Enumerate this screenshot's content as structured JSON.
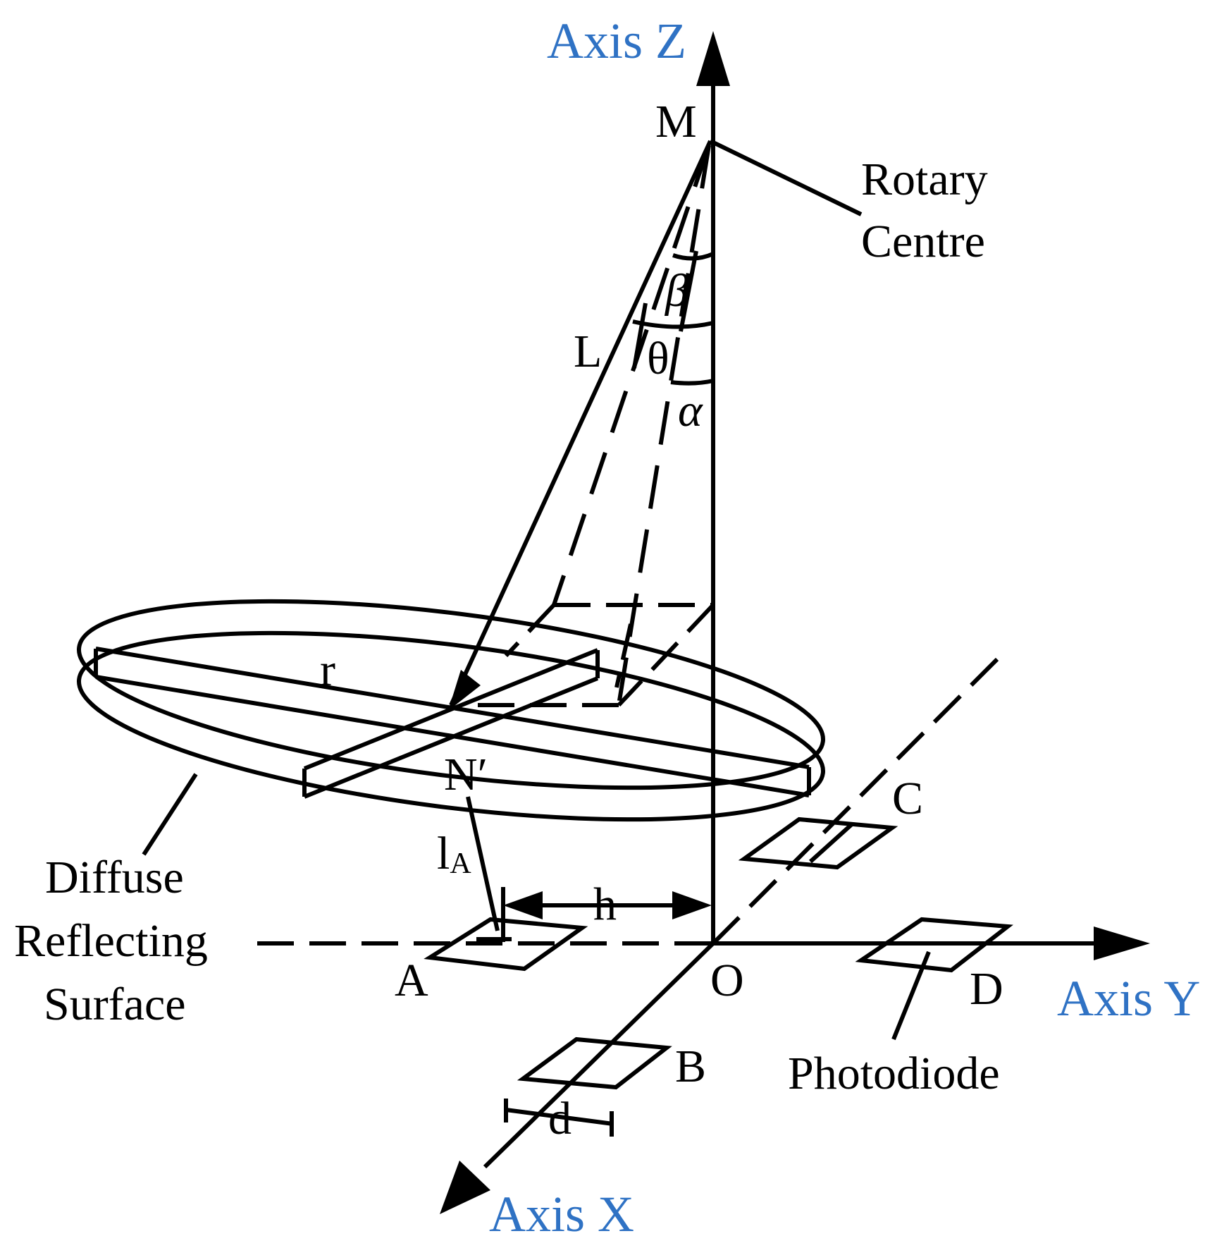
{
  "axes": {
    "z_label": "Axis Z",
    "y_label": "Axis Y",
    "x_label": "Axis X"
  },
  "points": {
    "M": "M",
    "O": "O",
    "A": "A",
    "B": "B",
    "C": "C",
    "D": "D",
    "N_prime": "N′"
  },
  "symbols": {
    "L": "L",
    "r": "r",
    "h": "h",
    "d": "d",
    "l_main": "l",
    "l_sub": "A",
    "beta": "β",
    "theta": "θ",
    "alpha": "α"
  },
  "callouts": {
    "rotary_line1": "Rotary",
    "rotary_line2": "Centre",
    "diffuse_line1": "Diffuse",
    "diffuse_line2": "Reflecting",
    "diffuse_line3": "Surface",
    "photodiode": "Photodiode"
  },
  "colors": {
    "axis_label": "#2f72c4",
    "line": "#000000"
  }
}
